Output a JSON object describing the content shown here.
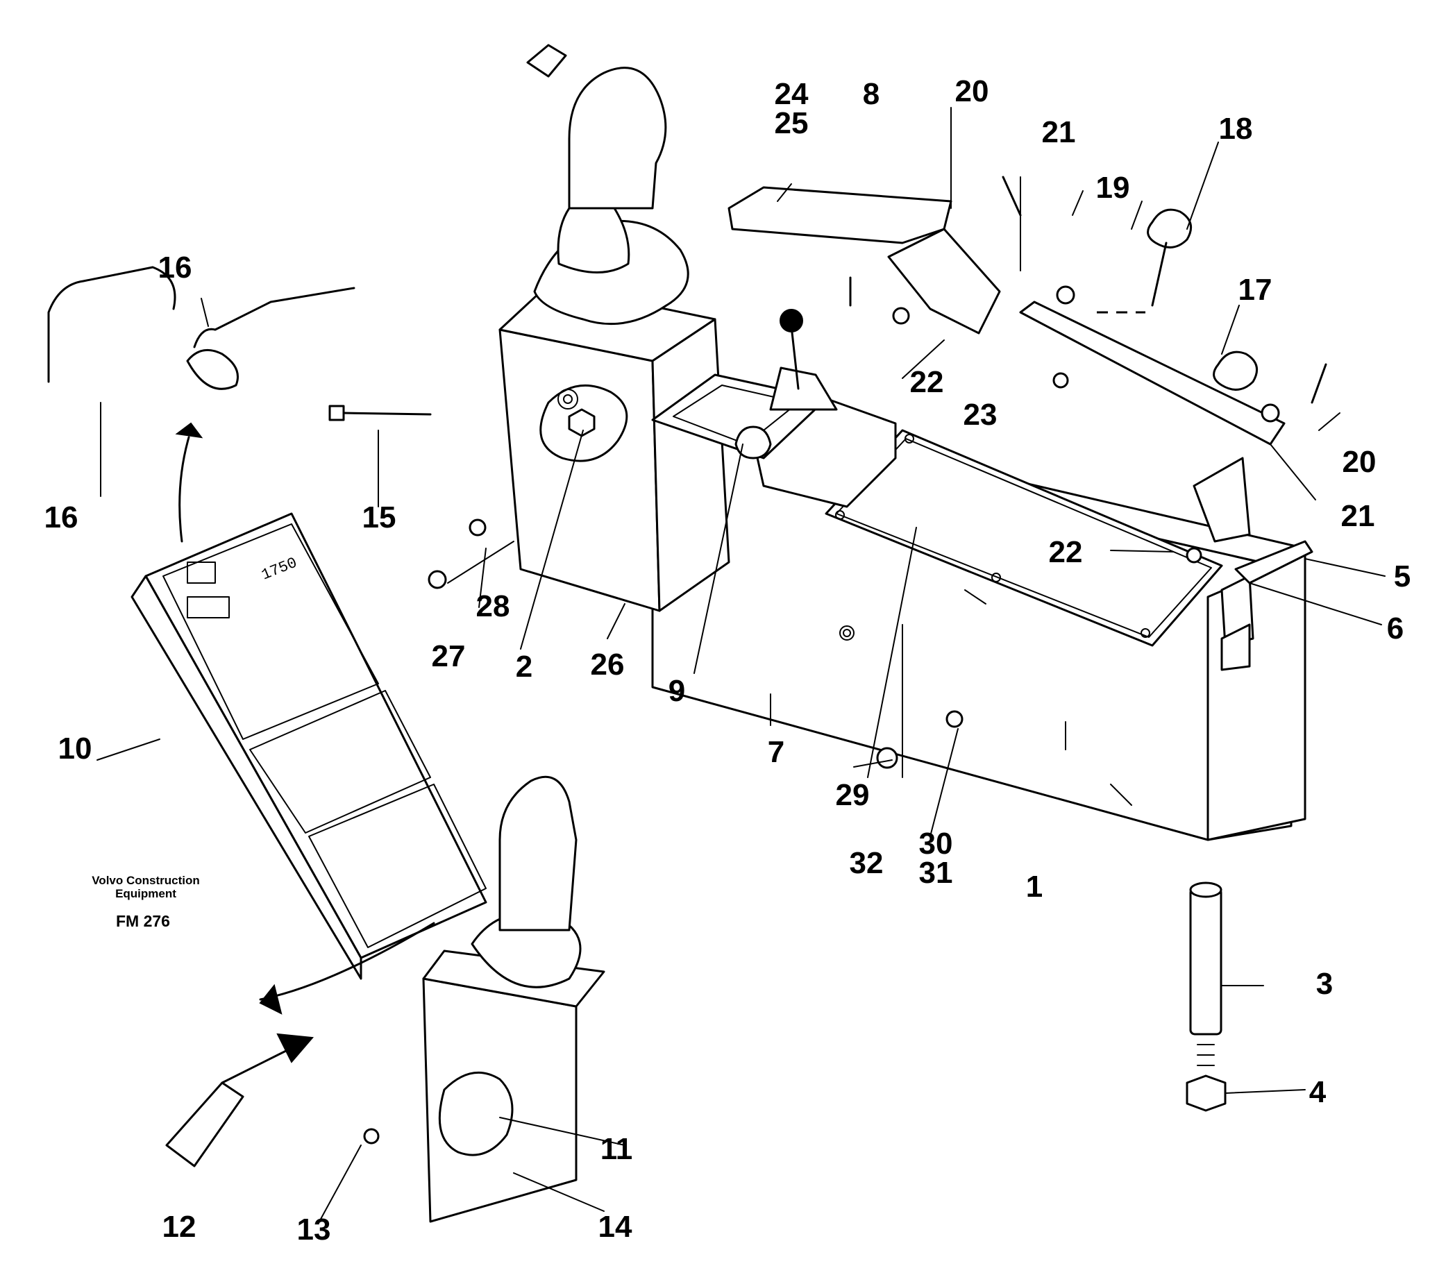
{
  "caption": {
    "company_line1": "Volvo Construction",
    "company_line2": "Equipment",
    "figure_code": "FM 276"
  },
  "callouts": {
    "c1": "1",
    "c2": "2",
    "c3": "3",
    "c4": "4",
    "c5": "5",
    "c6": "6",
    "c7": "7",
    "c8": "8",
    "c9": "9",
    "c10": "10",
    "c11": "11",
    "c12": "12",
    "c13": "13",
    "c14": "14",
    "c15": "15",
    "c16a": "16",
    "c16b": "16",
    "c17": "17",
    "c18": "18",
    "c19": "19",
    "c20a": "20",
    "c20b": "20",
    "c21a": "21",
    "c21b": "21",
    "c22a": "22",
    "c22b": "22",
    "c23": "23",
    "c24": "24",
    "c25": "25",
    "c26": "26",
    "c27": "27",
    "c28": "28",
    "c29": "29",
    "c30": "30",
    "c31": "31",
    "c32": "32"
  },
  "panel": {
    "display_readout": "1750"
  }
}
